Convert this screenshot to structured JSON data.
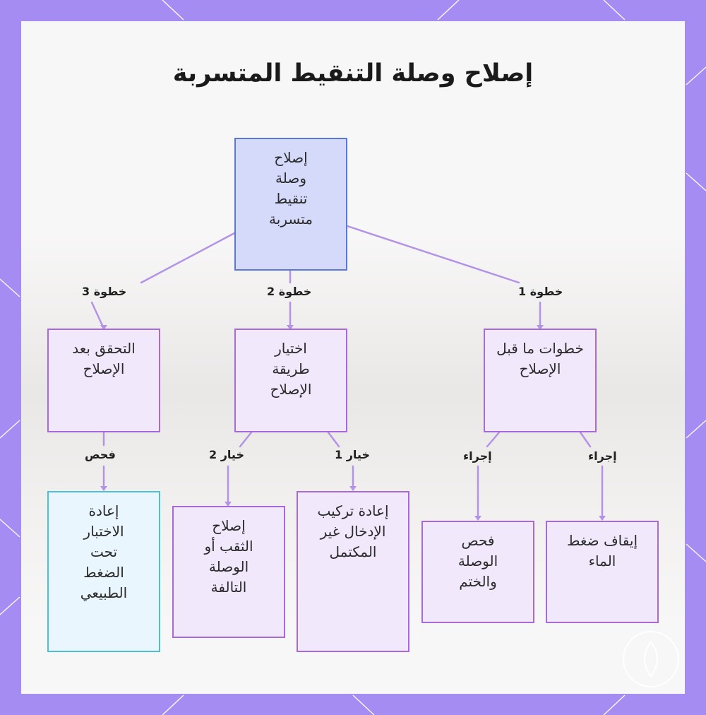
{
  "title": "إصلاح وصلة التنقيط المتسربة",
  "colors": {
    "frame": "#a48cf2",
    "root_fill": "#d5dafb",
    "root_border": "#5b78d4",
    "node_fill": "#f1e8fc",
    "node_border": "#a86ad8",
    "check_fill": "#eaf6fd",
    "check_border": "#4ebfd9",
    "edge": "#b393e6"
  },
  "nodes": {
    "root": "إصلاح وصلة تنقيط متسربة",
    "pre_repair": "خطوات ما قبل الإصلاح",
    "choose_method": "اختيار طريقة الإصلاح",
    "verify": "التحقق بعد الإصلاح",
    "stop_water": "إيقاف ضغط الماء",
    "inspect_joint": "فحص الوصلة والختم",
    "reinstall": "إعادة تركيب الإدخال غير المكتمل",
    "repair_hole": "إصلاح الثقب أو الوصلة التالفة",
    "retest": "إعادة الاختبار تحت الضغط الطبيعي"
  },
  "edges": {
    "step1": "خطوة 1",
    "step2": "خطوة 2",
    "step3": "خطوة 3",
    "action_a": "إجراء",
    "action_b": "إجراء",
    "option1": "خيار 1",
    "option2": "خيار 2",
    "check": "فحص"
  }
}
